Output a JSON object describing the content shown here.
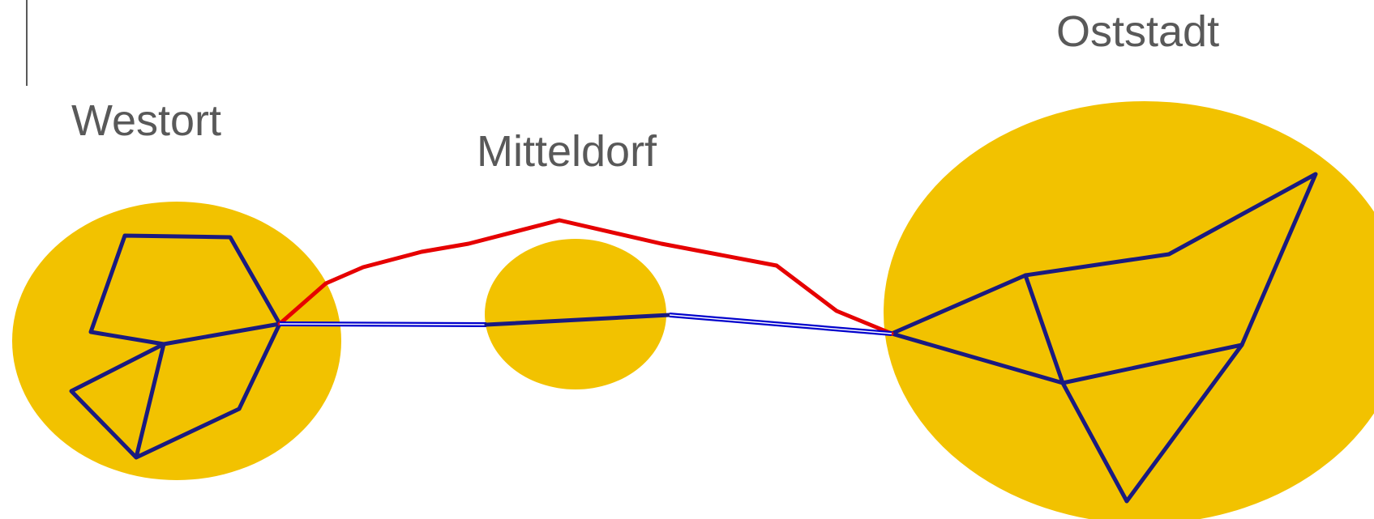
{
  "towns": {
    "west": {
      "name": "Westort"
    },
    "middle": {
      "name": "Mitteldorf"
    },
    "east": {
      "name": "Oststadt"
    }
  },
  "colors": {
    "town_area": "#f2c200",
    "local_network": "#1a1a80",
    "direct_link": "#0000cc",
    "bypass_route": "#e60000",
    "label_text": "#595959",
    "edge_line": "#595959"
  }
}
